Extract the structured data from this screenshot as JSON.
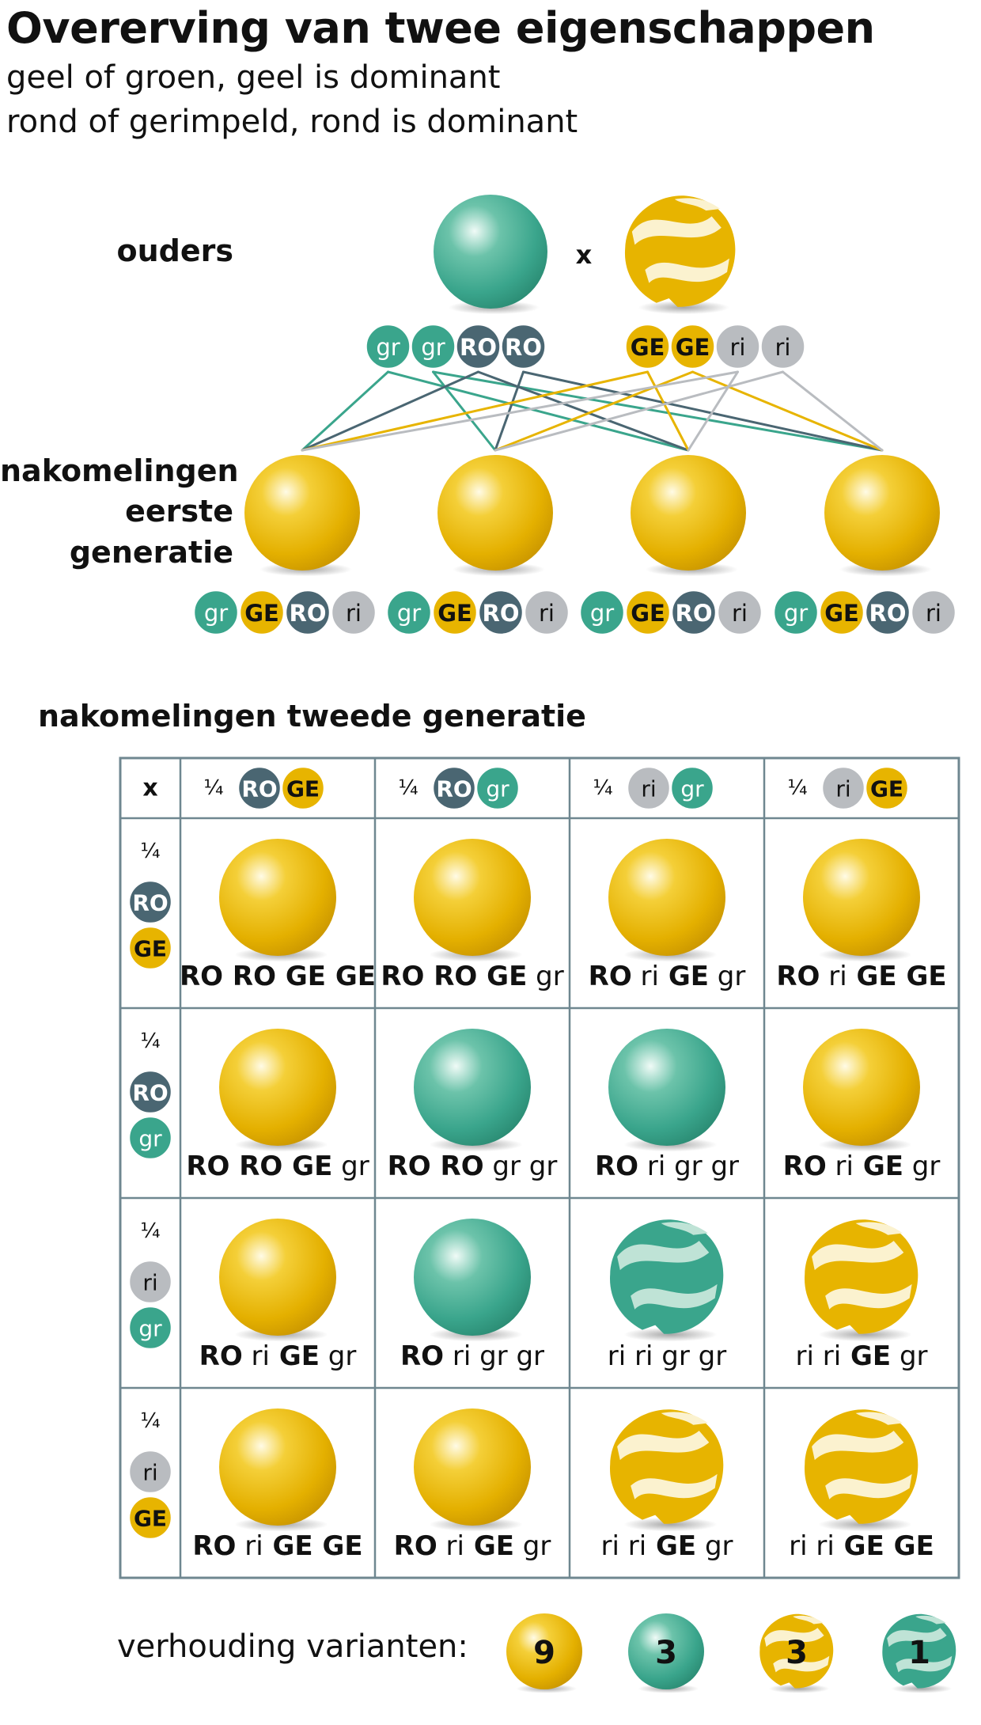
{
  "title": "Overerving van twee eigenschappen",
  "subtitle_lines": [
    "geel of groen, geel is dominant",
    "rond of gerimpeld, rond is dominant"
  ],
  "labels": {
    "parents": "ouders",
    "f1_line1": "nakomelingen",
    "f1_line2": "eerste",
    "f1_line3": "generatie",
    "f2": "nakomelingen tweede generatie",
    "ratio": "verhouding varianten:"
  },
  "cross_symbol": "x",
  "quarter": "¼",
  "colors": {
    "green": "#3aa58c",
    "yellow": "#e7b400",
    "dark": "#4a6672",
    "grey": "#b9bcc0",
    "table_border": "#6f8790"
  },
  "alleles": {
    "gr": {
      "text": "gr",
      "color": "green",
      "bold": false
    },
    "GE": {
      "text": "GE",
      "color": "yellow",
      "bold": true
    },
    "RO": {
      "text": "RO",
      "color": "dark",
      "bold": true
    },
    "ri": {
      "text": "ri",
      "color": "grey",
      "bold": false
    }
  },
  "parents": [
    {
      "phenotype": "green-round",
      "alleles": [
        "gr",
        "gr",
        "RO",
        "RO"
      ]
    },
    {
      "phenotype": "yellow-wrinkled",
      "alleles": [
        "GE",
        "GE",
        "ri",
        "ri"
      ]
    }
  ],
  "f1": [
    {
      "phenotype": "yellow-round",
      "alleles": [
        "gr",
        "GE",
        "RO",
        "ri"
      ]
    },
    {
      "phenotype": "yellow-round",
      "alleles": [
        "gr",
        "GE",
        "RO",
        "ri"
      ]
    },
    {
      "phenotype": "yellow-round",
      "alleles": [
        "gr",
        "GE",
        "RO",
        "ri"
      ]
    },
    {
      "phenotype": "yellow-round",
      "alleles": [
        "gr",
        "GE",
        "RO",
        "ri"
      ]
    }
  ],
  "gametes": [
    [
      "RO",
      "GE"
    ],
    [
      "RO",
      "gr"
    ],
    [
      "ri",
      "gr"
    ],
    [
      "ri",
      "GE"
    ]
  ],
  "punnett": [
    [
      {
        "phenotype": "yellow-round",
        "genotype": [
          "RO",
          "RO",
          "GE",
          "GE"
        ]
      },
      {
        "phenotype": "yellow-round",
        "genotype": [
          "RO",
          "RO",
          "GE",
          "gr"
        ]
      },
      {
        "phenotype": "yellow-round",
        "genotype": [
          "RO",
          "ri",
          "GE",
          "gr"
        ]
      },
      {
        "phenotype": "yellow-round",
        "genotype": [
          "RO",
          "ri",
          "GE",
          "GE"
        ]
      }
    ],
    [
      {
        "phenotype": "yellow-round",
        "genotype": [
          "RO",
          "RO",
          "GE",
          "gr"
        ]
      },
      {
        "phenotype": "green-round",
        "genotype": [
          "RO",
          "RO",
          "gr",
          "gr"
        ]
      },
      {
        "phenotype": "green-round",
        "genotype": [
          "RO",
          "ri",
          "gr",
          "gr"
        ]
      },
      {
        "phenotype": "yellow-round",
        "genotype": [
          "RO",
          "ri",
          "GE",
          "gr"
        ]
      }
    ],
    [
      {
        "phenotype": "yellow-round",
        "genotype": [
          "RO",
          "ri",
          "GE",
          "gr"
        ]
      },
      {
        "phenotype": "green-round",
        "genotype": [
          "RO",
          "ri",
          "gr",
          "gr"
        ]
      },
      {
        "phenotype": "green-wrinkled",
        "genotype": [
          "ri",
          "ri",
          "gr",
          "gr"
        ]
      },
      {
        "phenotype": "yellow-wrinkled",
        "genotype": [
          "ri",
          "ri",
          "GE",
          "gr"
        ]
      }
    ],
    [
      {
        "phenotype": "yellow-round",
        "genotype": [
          "RO",
          "ri",
          "GE",
          "GE"
        ]
      },
      {
        "phenotype": "yellow-round",
        "genotype": [
          "RO",
          "ri",
          "GE",
          "gr"
        ]
      },
      {
        "phenotype": "yellow-wrinkled",
        "genotype": [
          "ri",
          "ri",
          "GE",
          "gr"
        ]
      },
      {
        "phenotype": "yellow-wrinkled",
        "genotype": [
          "ri",
          "ri",
          "GE",
          "GE"
        ]
      }
    ]
  ],
  "ratio": [
    {
      "phenotype": "yellow-round",
      "count": "9"
    },
    {
      "phenotype": "green-round",
      "count": "3"
    },
    {
      "phenotype": "yellow-wrinkled",
      "count": "3"
    },
    {
      "phenotype": "green-wrinkled",
      "count": "1"
    }
  ]
}
